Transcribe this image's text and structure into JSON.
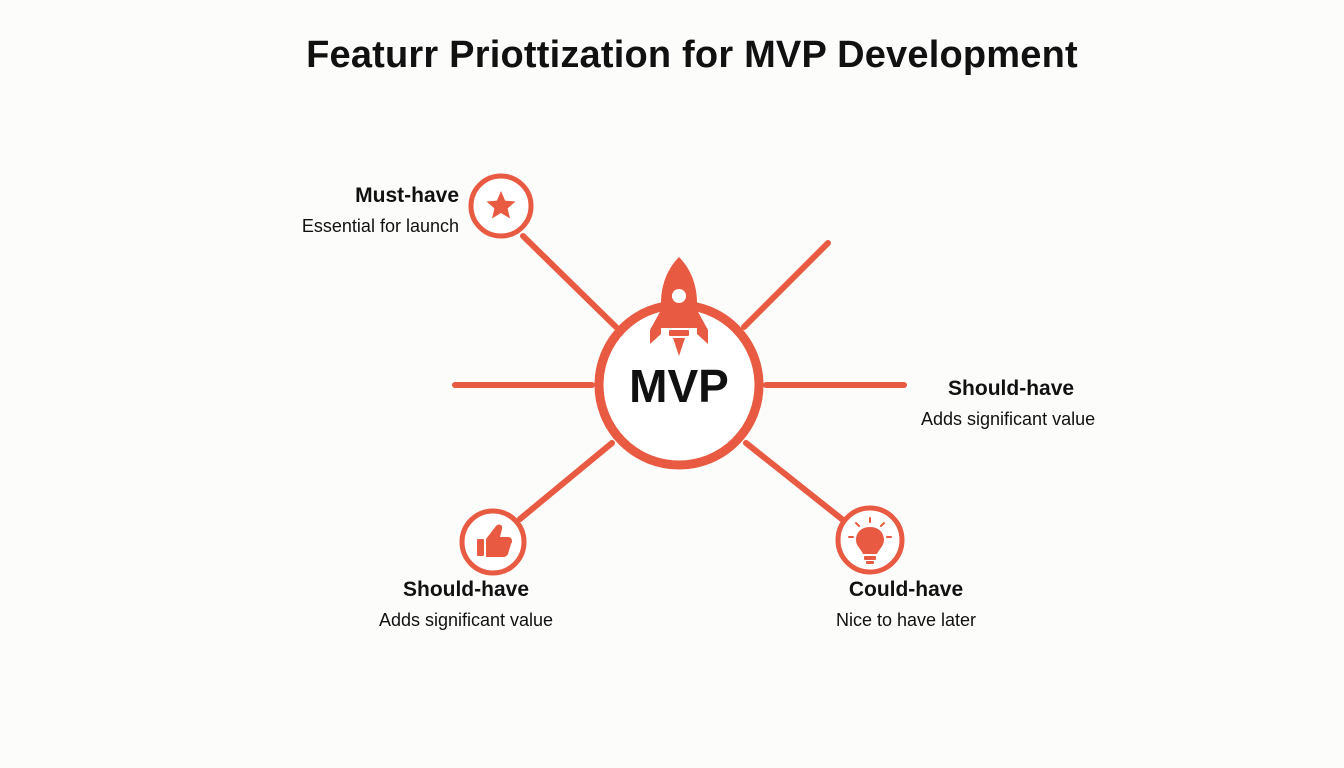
{
  "title": "Featurr Priottization for MVP Development",
  "center": {
    "label": "MVP",
    "icon": "rocket-icon"
  },
  "accent_color": "#e85a41",
  "nodes": [
    {
      "id": "must",
      "heading": "Must-have",
      "description": "Essential for launch",
      "icon": "star-icon"
    },
    {
      "id": "should-right",
      "heading": "Should-have",
      "description": "Adds significant value",
      "icon": ""
    },
    {
      "id": "should-bottom",
      "heading": "Should-have",
      "description": "Adds significant value",
      "icon": "thumbs-up-icon"
    },
    {
      "id": "could",
      "heading": "Could-have",
      "description": "Nice to have later",
      "icon": "lightbulb-icon"
    }
  ]
}
